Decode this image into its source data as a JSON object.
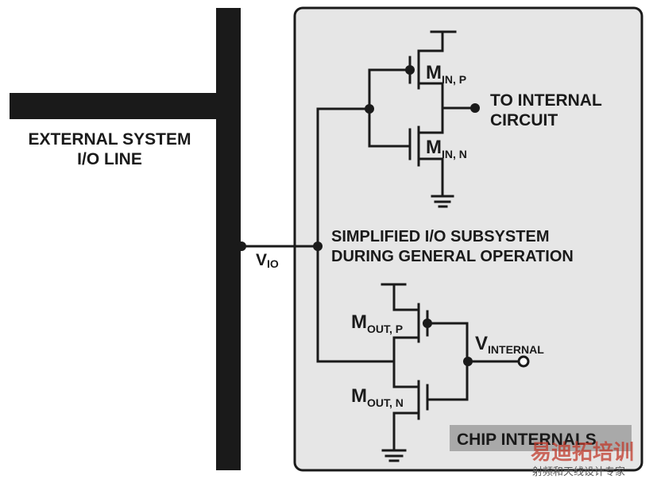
{
  "external": {
    "line1": "EXTERNAL SYSTEM",
    "line2": "I/O LINE"
  },
  "vio": {
    "main": "V",
    "sub": "IO"
  },
  "min_p": {
    "main": "M",
    "sub": "IN, P"
  },
  "min_n": {
    "main": "M",
    "sub": "IN, N"
  },
  "output": {
    "line1": "TO INTERNAL",
    "line2": "CIRCUIT"
  },
  "subsystem": {
    "line1": "SIMPLIFIED I/O SUBSYSTEM",
    "line2": "DURING GENERAL OPERATION"
  },
  "mout_p": {
    "main": "M",
    "sub": "OUT, P"
  },
  "mout_n": {
    "main": "M",
    "sub": "OUT, N"
  },
  "vinternal": {
    "main": "V",
    "sub": "INTERNAL"
  },
  "chip_label": "CHIP INTERNALS",
  "watermark": {
    "line1": "易迪拓培训",
    "line2": "射频和天线设计专家"
  },
  "colors": {
    "chip_fill": "#e6e6e6",
    "label_box": "#a9a9a9",
    "wire": "#1a1a1a",
    "watermark": "#c0392b"
  }
}
